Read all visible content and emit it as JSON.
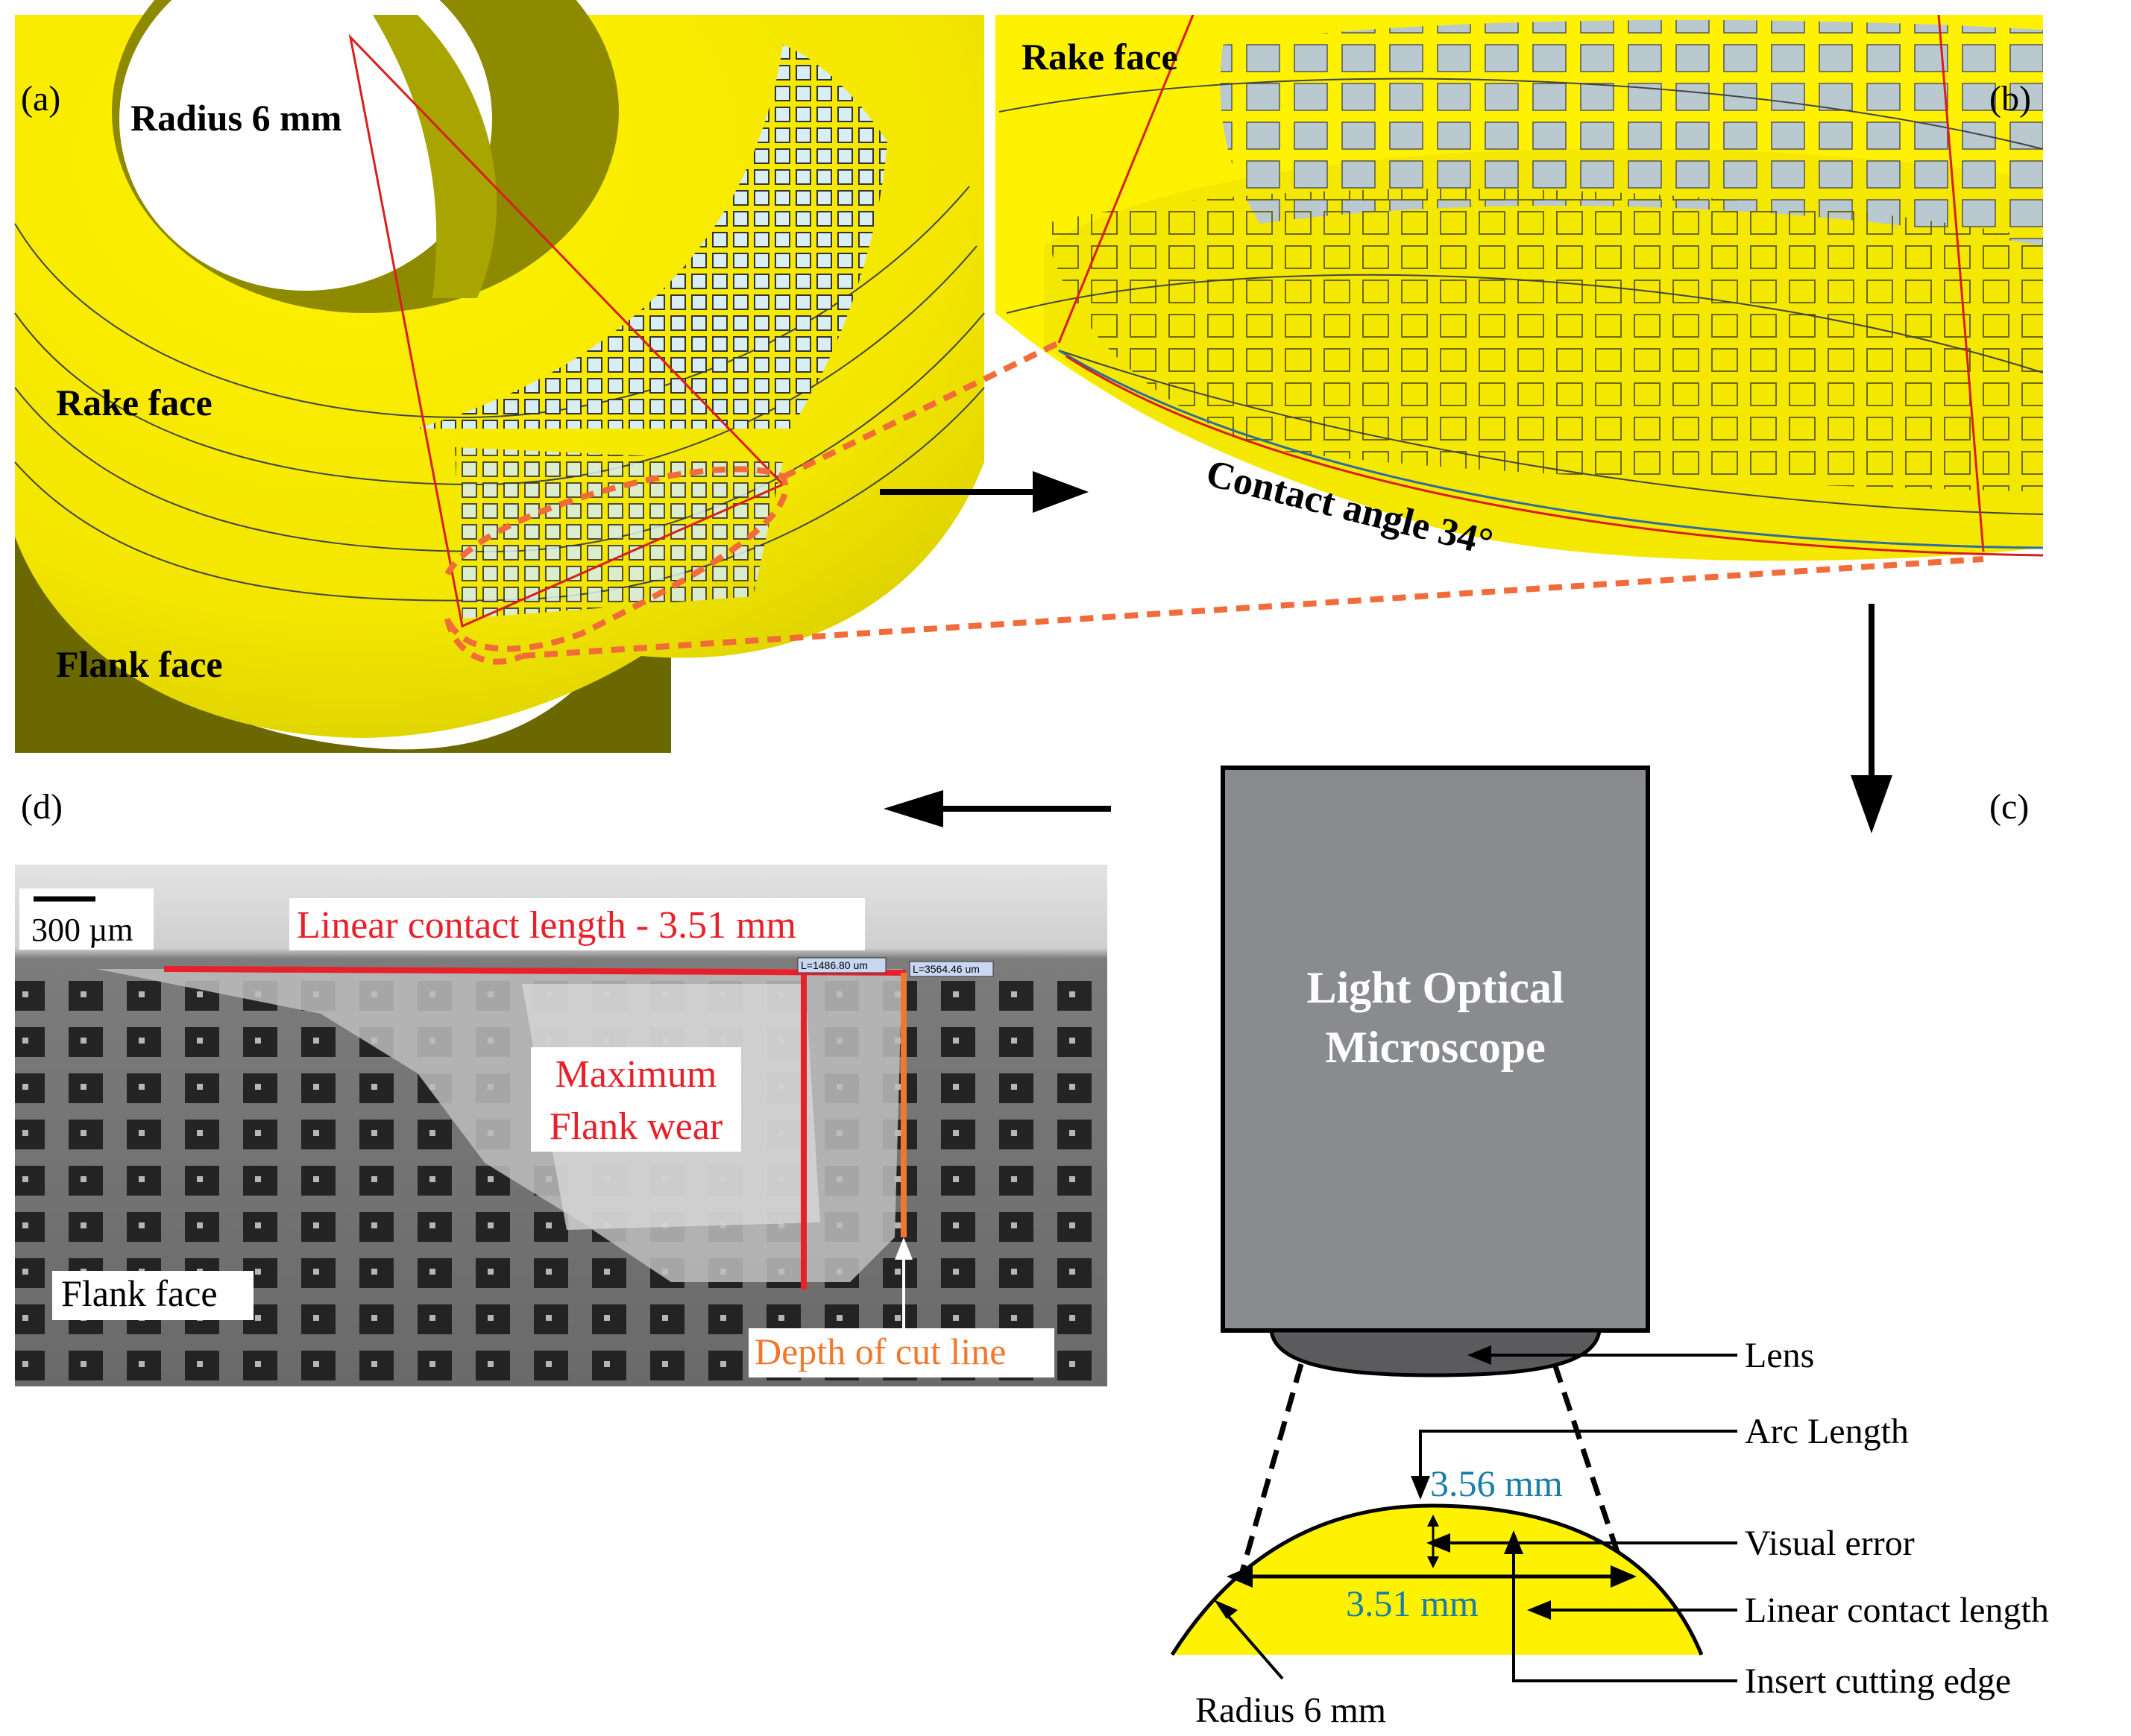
{
  "panels": {
    "a": {
      "tag": "(a)",
      "radius_label": "Radius 6 mm",
      "rake_label": "Rake face",
      "flank_label": "Flank face"
    },
    "b": {
      "tag": "(b)",
      "rake_label": "Rake face",
      "contact_angle_label": "Contact angle 34°"
    },
    "c": {
      "tag": "(c)",
      "microscope_line1": "Light Optical",
      "microscope_line2": "Microscope",
      "lens_label": "Lens",
      "arc_length_label": "Arc Length",
      "arc_value": "3.56 mm",
      "visual_error_label": "Visual error",
      "linear_contact_label": "Linear contact length",
      "linear_value": "3.51 mm",
      "cutting_edge_label": "Insert cutting edge",
      "radius_label": "Radius 6 mm"
    },
    "d": {
      "tag": "(d)",
      "scale_bar": "300 µm",
      "linear_contact": "Linear contact length - 3.51 mm",
      "max_wear_line1": "Maximum",
      "max_wear_line2": "Flank wear",
      "flank_face": "Flank face",
      "depth_of_cut": "Depth of cut line",
      "measure1": "L=1486.80 um",
      "measure2": "L=3564.46 um"
    }
  },
  "colors": {
    "yellow": "#fff200",
    "olive": "#6b6800",
    "red_line": "#e8202a",
    "orange_dash": "#f26b3a",
    "teal_value": "#1a7ea8",
    "microscope_gray": "#8a8b8e",
    "depth_orange": "#f0782d"
  }
}
